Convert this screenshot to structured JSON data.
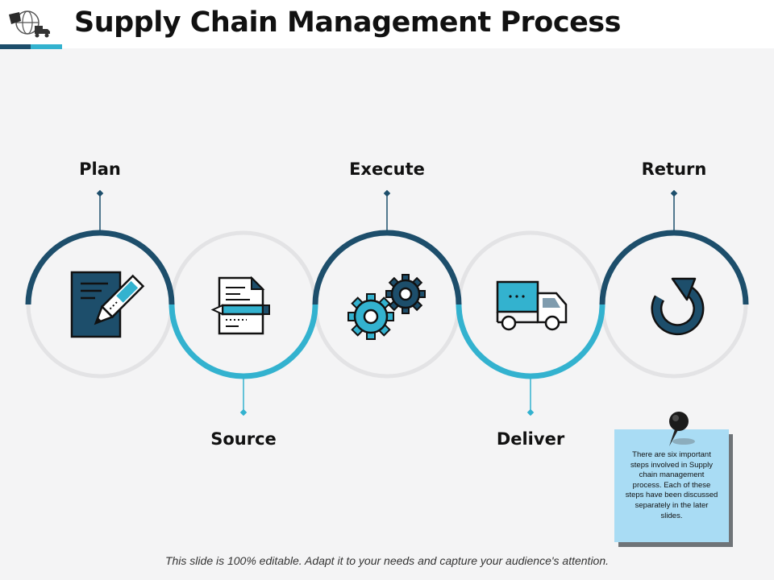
{
  "slide": {
    "title": "Supply Chain Management Process",
    "footer": "This slide is 100% editable. Adapt it to your needs and capture your audience's attention."
  },
  "steps": [
    {
      "label": "Plan",
      "icon": "document-pen-icon",
      "arc": "top"
    },
    {
      "label": "Source",
      "icon": "document-pencil-icon",
      "arc": "bottom"
    },
    {
      "label": "Execute",
      "icon": "gears-icon",
      "arc": "top"
    },
    {
      "label": "Deliver",
      "icon": "delivery-truck-icon",
      "arc": "bottom"
    },
    {
      "label": "Return",
      "icon": "return-arrow-icon",
      "arc": "top"
    }
  ],
  "note": {
    "text": "There are six important steps involved in Supply chain management  process. Each of these steps have been discussed separately in the later slides."
  },
  "colors": {
    "dark": "#1d4e6b",
    "light": "#33b2cf",
    "ring": "#e3e3e5",
    "note": "#a9dcf4"
  }
}
